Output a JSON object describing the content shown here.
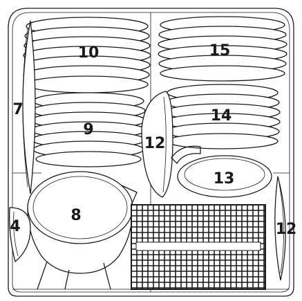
{
  "labels": {
    "plates_upper_left": "10",
    "plates_upper_right": "15",
    "side_plate_left": "7",
    "bowls_left": "9",
    "bowl_vertical_center": "12",
    "saucers_right": "14",
    "bowl_right": "13",
    "pot": "8",
    "lid_left": "4",
    "side_plate_right": "12"
  }
}
